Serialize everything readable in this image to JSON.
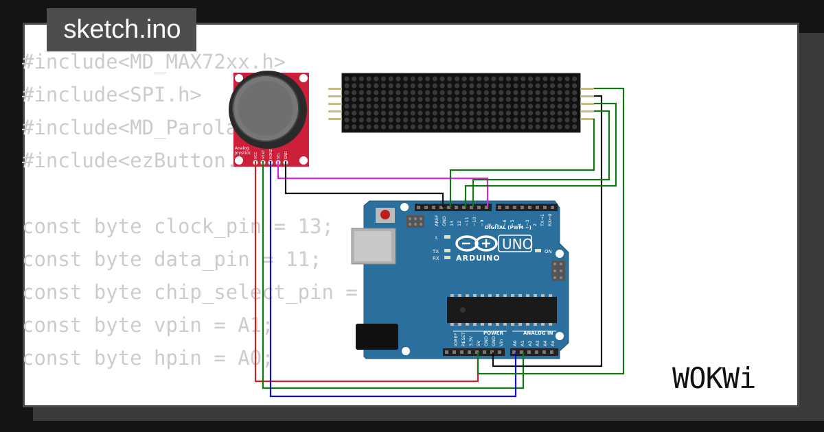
{
  "project": {
    "filename": "sketch.ino"
  },
  "code": {
    "lines": [
      "#include<MD_MAX72xx.h>",
      "#include<SPI.h>",
      "#include<MD_Parola.h>",
      "#include<ezButton.h>",
      "",
      "const byte clock_pin = 13;",
      "const byte data_pin = 11;",
      "const byte chip_select_pin = 10;",
      "const byte vpin = A1;",
      "const byte hpin = A0;"
    ]
  },
  "board": {
    "logo_text": "ARDUINO",
    "model_label": "UNO",
    "digital_label": "DIGITAL (PWM ~)",
    "power_label": "POWER",
    "analog_label": "ANALOG IN",
    "led_labels": {
      "l": "L",
      "tx": "TX",
      "rx": "RX",
      "on": "ON"
    },
    "digital_pins": [
      "AREF",
      "GND",
      "13",
      "12",
      "~11",
      "~10",
      "~9",
      "8",
      "7",
      "~6",
      "~5",
      "4",
      "~3",
      "2",
      "TX→1",
      "RX←0"
    ],
    "power_pins": [
      "IOREF",
      "RESET",
      "3.3V",
      "5V",
      "GND",
      "GND",
      "Vin"
    ],
    "analog_pins": [
      "A0",
      "A1",
      "A2",
      "A3",
      "A4",
      "A5"
    ]
  },
  "joystick": {
    "label_line1": "Analog",
    "label_line2": "Joystick",
    "pins": [
      "VCC",
      "VERT",
      "HORZ",
      "SEL",
      "GND"
    ]
  },
  "matrix": {
    "rows": 8,
    "cols": 32
  },
  "colors": {
    "board_blue": "#2b6f9c",
    "joystick_red": "#cc1f3a",
    "matrix_bg": "#111111",
    "wire_red": "#cc2222",
    "wire_green": "#117711",
    "wire_blue": "#1111cc",
    "wire_black": "#111111",
    "wire_magenta": "#dd22dd"
  },
  "brand": {
    "text": "WOKWi"
  }
}
